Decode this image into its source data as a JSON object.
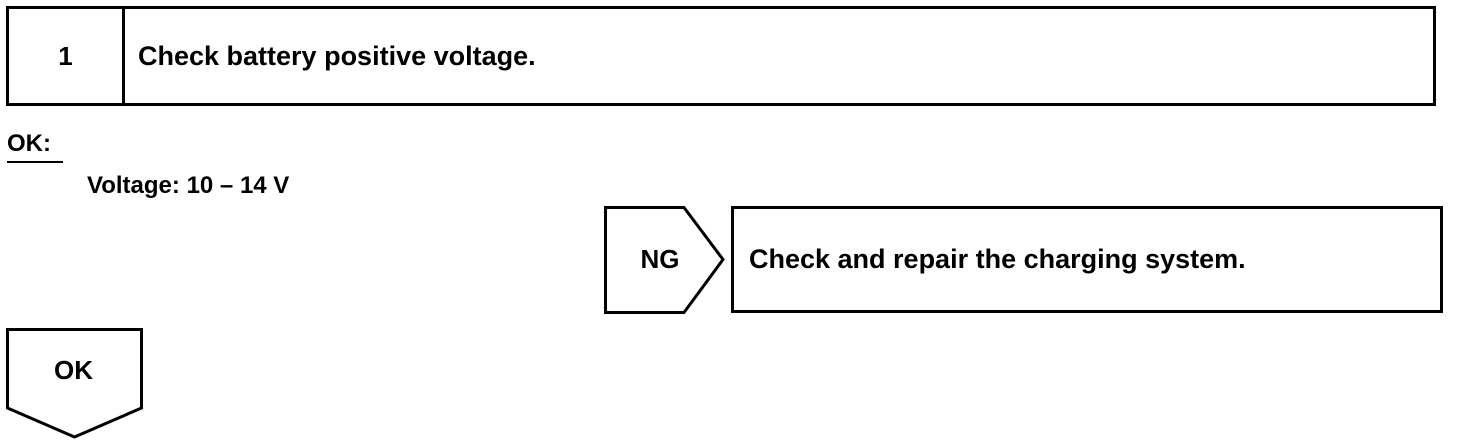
{
  "step": {
    "number": "1",
    "title": "Check battery positive voltage."
  },
  "ok_spec": {
    "label": "OK:",
    "value": "Voltage: 10 – 14 V"
  },
  "ng_branch": {
    "label": "NG",
    "action": "Check and repair the charging system."
  },
  "ok_branch": {
    "label": "OK"
  }
}
